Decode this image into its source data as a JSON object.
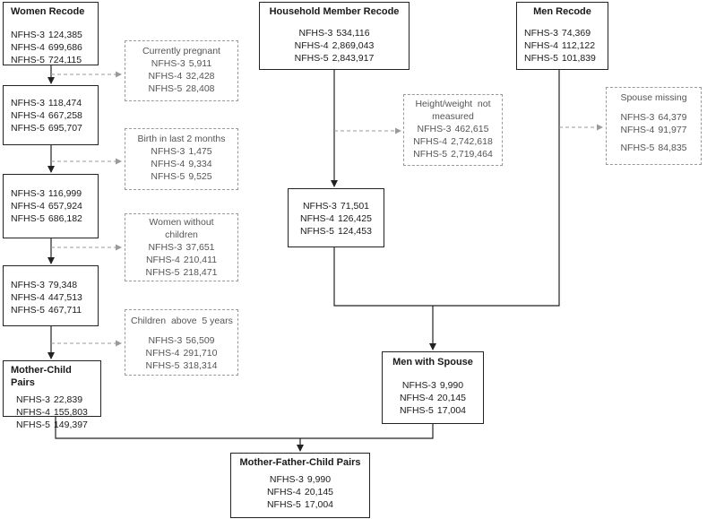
{
  "women_recode": {
    "title": "Women Recode",
    "rows": [
      {
        "label": "NFHS-3",
        "value": "124,385"
      },
      {
        "label": "NFHS-4",
        "value": "699,686"
      },
      {
        "label": "NFHS-5",
        "value": "724,115"
      }
    ]
  },
  "household_recode": {
    "title": "Household Member Recode",
    "rows": [
      {
        "label": "NFHS-3",
        "value": "534,116"
      },
      {
        "label": "NFHS-4",
        "value": "2,869,043"
      },
      {
        "label": "NFHS-5",
        "value": "2,843,917"
      }
    ]
  },
  "men_recode": {
    "title": "Men Recode",
    "rows": [
      {
        "label": "NFHS-3",
        "value": "74,369"
      },
      {
        "label": "NFHS-4",
        "value": "112,122"
      },
      {
        "label": "NFHS-5",
        "value": "101,839"
      }
    ]
  },
  "excl_pregnant": {
    "title": "Currently pregnant",
    "rows": [
      {
        "label": "NFHS-3",
        "value": "5,911"
      },
      {
        "label": "NFHS-4",
        "value": "32,428"
      },
      {
        "label": "NFHS-5",
        "value": "28,408"
      }
    ]
  },
  "women_step2": {
    "rows": [
      {
        "label": "NFHS-3",
        "value": "118,474"
      },
      {
        "label": "NFHS-4",
        "value": "667,258"
      },
      {
        "label": "NFHS-5",
        "value": "695,707"
      }
    ]
  },
  "excl_birth": {
    "title": "Birth in last 2 months",
    "rows": [
      {
        "label": "NFHS-3",
        "value": "1,475"
      },
      {
        "label": "NFHS-4",
        "value": "9,334"
      },
      {
        "label": "NFHS-5",
        "value": "9,525"
      }
    ]
  },
  "women_step3": {
    "rows": [
      {
        "label": "NFHS-3",
        "value": "116,999"
      },
      {
        "label": "NFHS-4",
        "value": "657,924"
      },
      {
        "label": "NFHS-5",
        "value": "686,182"
      }
    ]
  },
  "excl_nochildren": {
    "title_line1": "Women without",
    "title_line2": "children",
    "rows": [
      {
        "label": "NFHS-3",
        "value": "37,651"
      },
      {
        "label": "NFHS-4",
        "value": "210,411"
      },
      {
        "label": "NFHS-5",
        "value": "218,471"
      }
    ]
  },
  "women_step4": {
    "rows": [
      {
        "label": "NFHS-3",
        "value": "79,348"
      },
      {
        "label": "NFHS-4",
        "value": "447,513"
      },
      {
        "label": "NFHS-5",
        "value": "467,711"
      }
    ]
  },
  "excl_above5": {
    "title": "Children  above  5 years",
    "rows": [
      {
        "label": "NFHS-3",
        "value": "56,509"
      },
      {
        "label": "NFHS-4",
        "value": "291,710"
      },
      {
        "label": "NFHS-5",
        "value": "318,314"
      }
    ]
  },
  "mother_child": {
    "title": "Mother-Child Pairs",
    "rows": [
      {
        "label": "NFHS-3",
        "value": "22,839"
      },
      {
        "label": "NFHS-4",
        "value": "155,803"
      },
      {
        "label": "NFHS-5",
        "value": "149,397"
      }
    ]
  },
  "excl_height": {
    "title_line1": "Height/weight  not",
    "title_line2": "measured",
    "rows": [
      {
        "label": "NFHS-3",
        "value": "462,615"
      },
      {
        "label": "NFHS-4",
        "value": "2,742,618"
      },
      {
        "label": "NFHS-5",
        "value": "2,719,464"
      }
    ]
  },
  "household_step2": {
    "rows": [
      {
        "label": "NFHS-3",
        "value": "71,501"
      },
      {
        "label": "NFHS-4",
        "value": "126,425"
      },
      {
        "label": "NFHS-5",
        "value": "124,453"
      }
    ]
  },
  "excl_spouse": {
    "title": "Spouse missing",
    "rows": [
      {
        "label": "NFHS-3",
        "value": "64,379"
      },
      {
        "label": "NFHS-4",
        "value": "91,977"
      },
      {
        "label": "NFHS-5",
        "value": "84,835"
      }
    ]
  },
  "men_spouse": {
    "title": "Men with Spouse",
    "rows": [
      {
        "label": "NFHS-3",
        "value": "9,990"
      },
      {
        "label": "NFHS-4",
        "value": "20,145"
      },
      {
        "label": "NFHS-5",
        "value": "17,004"
      }
    ]
  },
  "mfc_pairs": {
    "title": "Mother-Father-Child Pairs",
    "rows": [
      {
        "label": "NFHS-3",
        "value": "9,990"
      },
      {
        "label": "NFHS-4",
        "value": "20,145"
      },
      {
        "label": "NFHS-5",
        "value": "17,004"
      }
    ]
  }
}
